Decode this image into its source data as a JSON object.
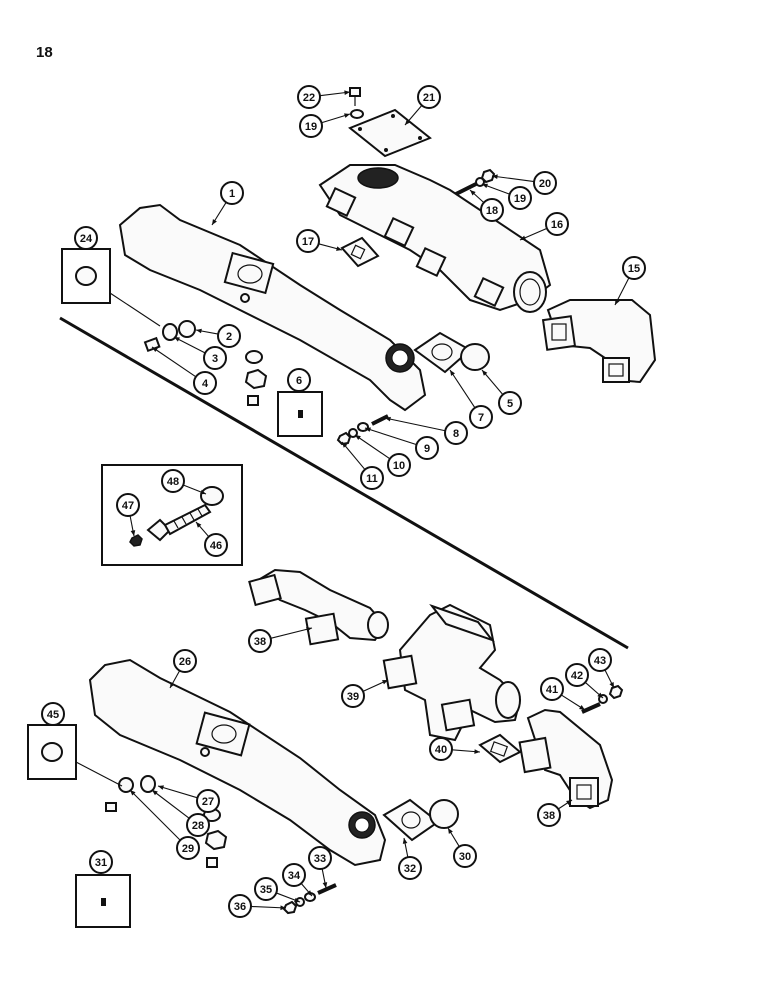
{
  "page": {
    "number": "18"
  },
  "callouts": [
    {
      "n": "1"
    },
    {
      "n": "2"
    },
    {
      "n": "3"
    },
    {
      "n": "4"
    },
    {
      "n": "5"
    },
    {
      "n": "6"
    },
    {
      "n": "7"
    },
    {
      "n": "8"
    },
    {
      "n": "9"
    },
    {
      "n": "10"
    },
    {
      "n": "11"
    },
    {
      "n": "15"
    },
    {
      "n": "16"
    },
    {
      "n": "17"
    },
    {
      "n": "18"
    },
    {
      "n": "19"
    },
    {
      "n": "19"
    },
    {
      "n": "20"
    },
    {
      "n": "21"
    },
    {
      "n": "22"
    },
    {
      "n": "24"
    },
    {
      "n": "26"
    },
    {
      "n": "27"
    },
    {
      "n": "28"
    },
    {
      "n": "29"
    },
    {
      "n": "30"
    },
    {
      "n": "31"
    },
    {
      "n": "32"
    },
    {
      "n": "33"
    },
    {
      "n": "34"
    },
    {
      "n": "35"
    },
    {
      "n": "36"
    },
    {
      "n": "38"
    },
    {
      "n": "38"
    },
    {
      "n": "39"
    },
    {
      "n": "40"
    },
    {
      "n": "41"
    },
    {
      "n": "42"
    },
    {
      "n": "43"
    },
    {
      "n": "45"
    },
    {
      "n": "46"
    },
    {
      "n": "47"
    },
    {
      "n": "48"
    }
  ]
}
